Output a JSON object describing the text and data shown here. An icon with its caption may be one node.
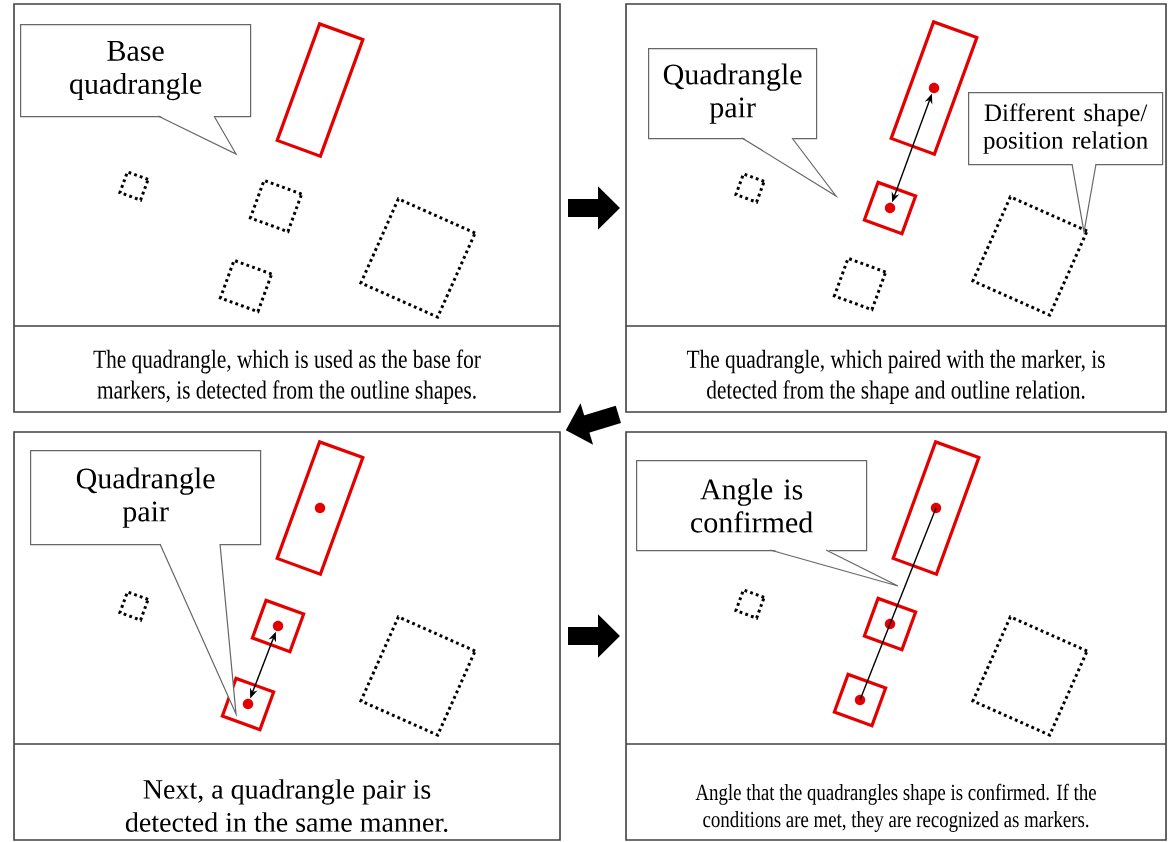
{
  "diagram": {
    "nodes": [
      {
        "text": [
          "The quadrangle, which is used as the base for markers, is detected from the outline shapes."
        ]
      },
      {
        "text": [
          "Base quadrangle"
        ],
        "in": 0
      },
      {
        "text": [],
        "shape": "box",
        "in": 0
      },
      {
        "text": [
          "The quadrangle, which paired with the marker, is detected from the shape and outline relation."
        ]
      },
      {
        "text": [
          "Quadrangle pair"
        ],
        "in": 3
      },
      {
        "text": [],
        "shape": "box",
        "in": 3
      },
      {
        "text": [
          "Different shape/ position relation"
        ],
        "in": 3
      },
      {
        "text": [],
        "shape": "box",
        "in": 3
      },
      {
        "text": [
          "Next, a quadrangle pair is detected in the same manner."
        ]
      },
      {
        "text": [
          "Quadrangle pair"
        ],
        "in": 8
      },
      {
        "text": [],
        "shape": "box",
        "in": 8
      },
      {
        "text": [],
        "shape": "box",
        "in": 8
      },
      {
        "text": [],
        "shape": "box",
        "in": 8
      },
      {
        "text": [
          "Angle that the quadrangles shape is confirmed. If the conditions are met, they are recognized as markers."
        ]
      },
      {
        "text": [
          "Angle is confirmed"
        ],
        "in": 13
      },
      {
        "text": [],
        "shape": "box",
        "in": 13
      },
      {
        "text": [],
        "shape": "box",
        "in": 13
      },
      {
        "text": [],
        "shape": "box",
        "in": 13
      }
    ],
    "edges": [
      {
        "from": 0,
        "to": 3,
        "arrow": "to",
        "style": "thick"
      },
      {
        "from": 3,
        "to": 8,
        "arrow": "to",
        "style": "thick"
      },
      {
        "from": 8,
        "to": 13,
        "arrow": "to",
        "style": "thick"
      },
      {
        "from": 7,
        "to": 5,
        "arrow": "both"
      },
      {
        "from": 12,
        "to": 11,
        "arrow": "both"
      },
      {
        "from": 17,
        "to": 16,
        "arrow": "none"
      },
      {
        "from": 16,
        "to": 15,
        "arrow": "none"
      }
    ]
  }
}
